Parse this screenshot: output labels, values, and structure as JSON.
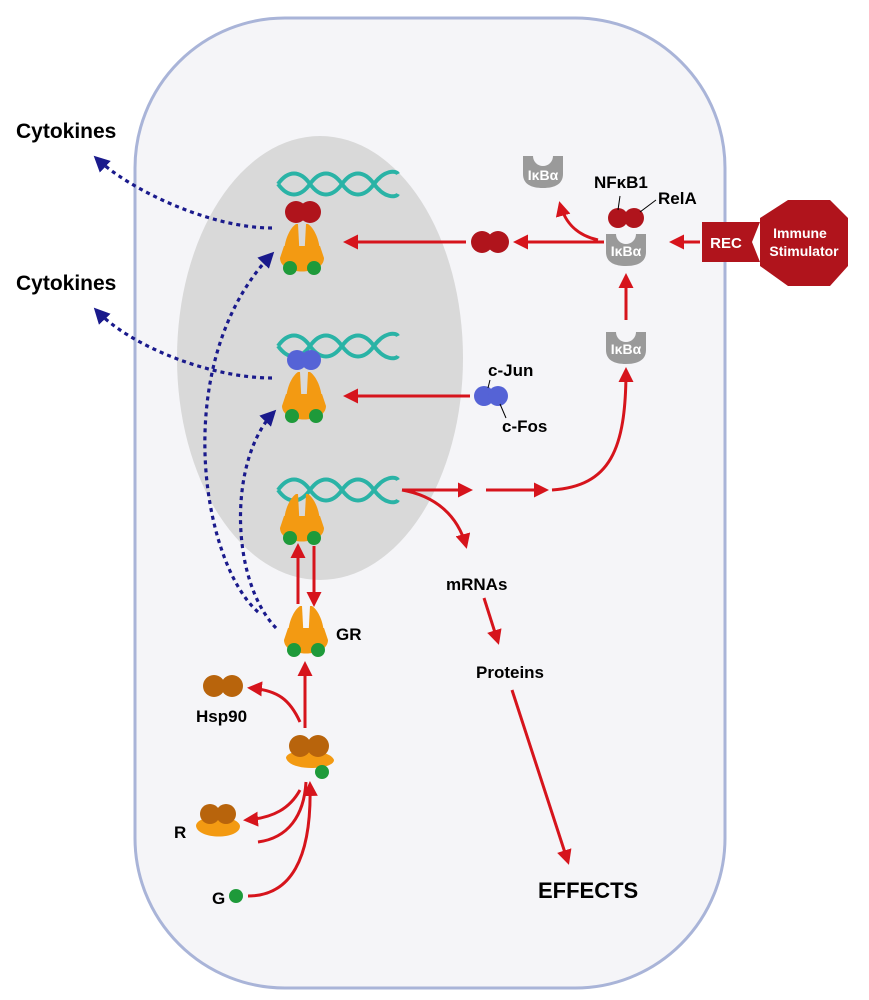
{
  "labels": {
    "cytokines_top": "Cytokines",
    "cytokines_mid": "Cytokines",
    "nfkb1": "NFκB1",
    "rela": "RelA",
    "ikba": "IκBα",
    "rec": "REC",
    "immune_stimulator_line1": "Immune",
    "immune_stimulator_line2": "Stimulator",
    "c_jun": "c-Jun",
    "c_fos": "c-Fos",
    "gr": "GR",
    "hsp90": "Hsp90",
    "r": "R",
    "g": "G",
    "mrnas": "mRNAs",
    "proteins": "Proteins",
    "effects": "EFFECTS"
  },
  "colors": {
    "cell_outline": "#a9b4d8",
    "nucleus": "#d9d9d9",
    "dna": "#2ab3a6",
    "receptor": "#f39a12",
    "ligand": "#1e9a3a",
    "nfkb": "#b0141c",
    "ap1": "#5563d6",
    "hsp90": "#b8640c",
    "ikba": "#9a9a9a",
    "arrow_red": "#d6141c",
    "arrow_blue": "#1a1a8c",
    "stimulator": "#b0141c"
  }
}
